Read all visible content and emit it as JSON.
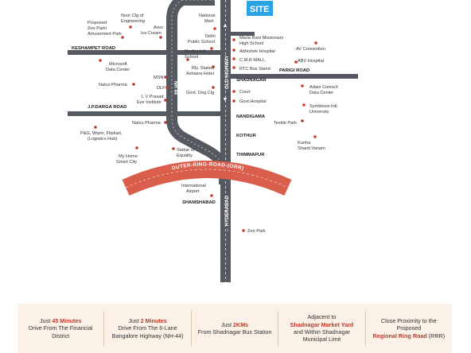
{
  "site_label": "SITE",
  "highways": {
    "old_highway": "OLD HIGHWAY",
    "nh44": "NH 44",
    "to_hyderabad": "← HYDERABAD",
    "orr": "OUTER-RING-ROAD-(ORR)"
  },
  "roads": {
    "keshampet": "KESHAMPET ROAD",
    "jp_darga": "J.P.DARGA ROAD",
    "parigi": "PARIGI ROAD"
  },
  "places": {
    "shadnagar": "SHADNAGAR",
    "nandigama": "NANDIGAMA",
    "kothur": "KOTHUR",
    "thimmapur": "THIMMAPUR",
    "shamshabad": "SHAMSHABAD"
  },
  "landmarks": {
    "noor_l1": "Noor Clg of",
    "noor_l2": "Engineering",
    "zoo_park_l1": "Proposed",
    "zoo_park_l2": "Zoo Park/",
    "zoo_park_l3": "Amusement Park",
    "arun_l1": "Arun",
    "arun_l2": "Ice Cream",
    "microsoft_l1": "Microsoft",
    "microsoft_l2": "Data Center",
    "msn": "MSN",
    "natco1": "Natco Pharma",
    "dlf": "DLF",
    "lv_l1": "L V Prasad",
    "lv_l2": "Eye Institute",
    "natco2": "Natco Pharma",
    "pg_l1": "P&G, Wipro, Flipkart,",
    "pg_l2": "(Logistics Hub)",
    "myhome_l1": "My Home",
    "myhome_l2": "Smart City",
    "statue_l1": "Statue of",
    "statue_l2": "Equality",
    "national_l1": "National",
    "national_l2": "Mart",
    "delhi_l1": "Delhi",
    "delhi_l2": "Public School",
    "medha_l1": "Medha Intl.",
    "medha_l2": "School",
    "rly_l1": "Rly. Station",
    "rly_l2": "Ashiana Hotel",
    "govt_deg": "Govt. Deg.Clg",
    "mariarani_l1": "Maria Rani Missionary",
    "mariarani_l2": "High School",
    "abhishek": "Abhishek Hospital",
    "cmr": "C.M.R MALL",
    "rtc": "RTC Bus Stand",
    "av": "AV Convention",
    "abv": "ABV Hospital",
    "court": "Court",
    "govt_hosp": "Govt.Hospital",
    "adani_l1": "Adani ConneX",
    "adani_l2": "Data Center",
    "symbiosis_l1": "Symbiosis Intl.",
    "symbiosis_l2": "University",
    "textile": "Textile Park",
    "kanha_l1": "Kanha",
    "kanha_l2": "Shanti Vanam",
    "airport_l1": "International",
    "airport_l2": "Airport",
    "zoo": "Zoo Park"
  },
  "footer": [
    {
      "pre": "Just ",
      "bold": "45 Minutes",
      "post": "Drive From The Financial District"
    },
    {
      "pre": "Just ",
      "bold": "2 Minutes",
      "post": "Drive From The 6-Lane Bangalore Highway (NH-44)"
    },
    {
      "pre": "Just ",
      "bold": "2KMs",
      "post": "From Shadnagar Bus Station"
    },
    {
      "pre": "Adjacent to ",
      "bold": "Shadnagar Market Yard",
      "post": "and Within Shadnagar Municipal Limit"
    },
    {
      "pre": "Close Proximity to the Proposed ",
      "bold": "Regional Ring Road",
      "post": "(RRR)"
    }
  ],
  "colors": {
    "road": "#555a61",
    "dot": "#c0392b",
    "orr": "#d95e4c",
    "site": "#29a3e3"
  }
}
